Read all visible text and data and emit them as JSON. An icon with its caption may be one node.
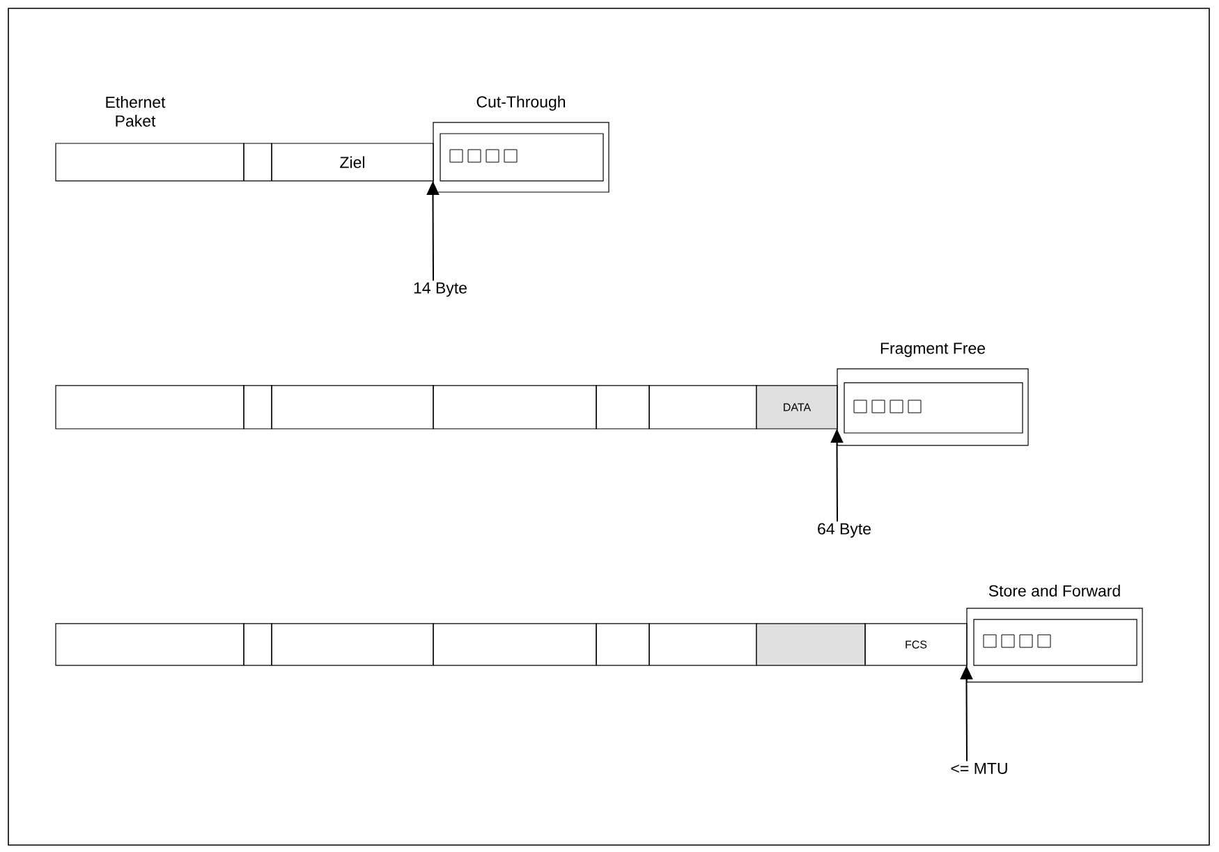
{
  "diagram": {
    "nodes": [
      {
        "text": [],
        "shape": "box"
      },
      {
        "text": [],
        "shape": "box"
      },
      {
        "text": [
          "Ziel"
        ]
      },
      {
        "text": [
          "Cut-Through"
        ]
      },
      {
        "text": [],
        "shape": "box",
        "in": 3
      },
      {
        "text": [
          "14 Byte"
        ]
      },
      {
        "text": [],
        "shape": "box"
      },
      {
        "text": [],
        "shape": "box"
      },
      {
        "text": [],
        "shape": "box"
      },
      {
        "text": [],
        "shape": "box"
      },
      {
        "text": [],
        "shape": "box"
      },
      {
        "text": [],
        "shape": "box"
      },
      {
        "text": [
          "DATA"
        ]
      },
      {
        "text": [
          "Fragment Free"
        ]
      },
      {
        "text": [],
        "shape": "box",
        "in": 13
      },
      {
        "text": [
          "64 Byte"
        ]
      },
      {
        "text": [],
        "shape": "box"
      },
      {
        "text": [],
        "shape": "box"
      },
      {
        "text": [],
        "shape": "box"
      },
      {
        "text": [],
        "shape": "box"
      },
      {
        "text": [],
        "shape": "box"
      },
      {
        "text": [],
        "shape": "box"
      },
      {
        "text": [],
        "shape": "box"
      },
      {
        "text": [
          "FCS"
        ]
      },
      {
        "text": [
          "Store and Forward"
        ]
      },
      {
        "text": [],
        "shape": "box",
        "in": 24
      },
      {
        "text": [
          "<= MTU"
        ]
      }
    ],
    "edges": [
      {
        "from": 5,
        "to": 3,
        "arrow": "to"
      },
      {
        "from": 15,
        "to": 13,
        "arrow": "to"
      },
      {
        "from": 26,
        "to": 24,
        "arrow": "to"
      }
    ],
    "labels": [
      "Ethernet Paket"
    ]
  }
}
